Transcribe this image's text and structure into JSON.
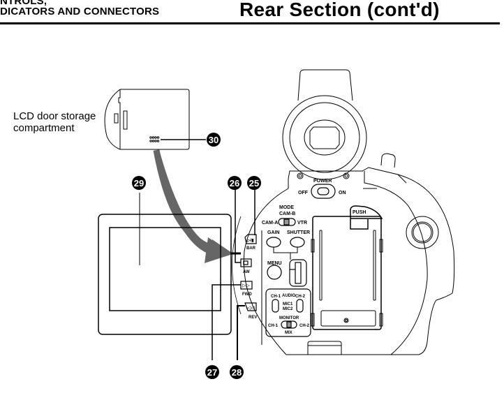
{
  "header": {
    "section_line1": "NTROLS,",
    "section_line2": "DICATORS AND CONNECTORS",
    "title": "Rear Section (cont'd)"
  },
  "labels": {
    "lcd_door_line1": "LCD door storage",
    "lcd_door_line2": "compartment"
  },
  "callouts": {
    "c25": "25",
    "c26": "26",
    "c27": "27",
    "c28": "28",
    "c29": "29",
    "c30": "30"
  },
  "camera": {
    "power": "POWER",
    "off": "OFF",
    "on": "ON",
    "mode": "MODE",
    "cam_b": "CAM-B",
    "cam_a": "CAM-A",
    "vtr": "VTR",
    "gain": "GAIN",
    "shutter": "SHUTTER",
    "menu": "MENU",
    "push": "PUSH",
    "bar": "BAR",
    "aw": "AW",
    "fwd": "FWD",
    "rev": "REV",
    "audio": "AUDIO",
    "ch1": "CH-1",
    "ch2": "CH-2",
    "mic1": "MIC1",
    "mic2": "MIC2",
    "monitor": "MONITOR",
    "mix": "MIX"
  },
  "colors": {
    "arrow": "#666666",
    "ink": "#000000"
  }
}
